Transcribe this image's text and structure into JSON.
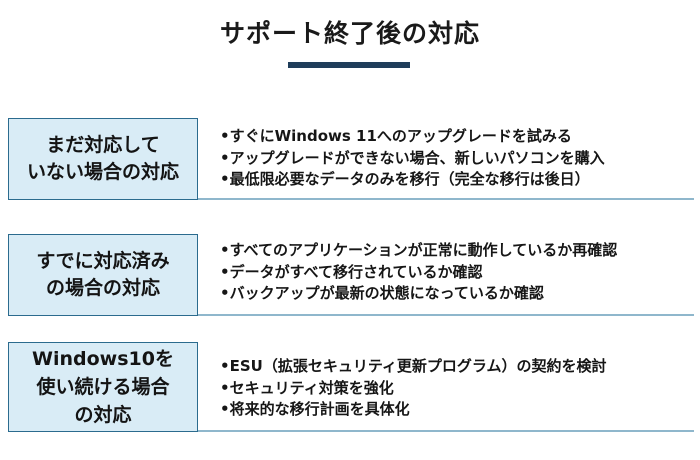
{
  "title": "サポート終了後の対応",
  "sections": [
    {
      "label_lines": [
        "まだ対応して",
        "いない場合の対応"
      ],
      "items": [
        "•すぐにWindows 11へのアップグレードを試みる",
        "•アップグレードができない場合、新しいパソコンを購入",
        "•最低限必要なデータのみを移行（完全な移行は後日）"
      ]
    },
    {
      "label_lines": [
        "すでに対応済み",
        "の場合の対応"
      ],
      "items": [
        "•すべてのアプリケーションが正常に動作しているか再確認",
        "•データがすべて移行されているか確認",
        "•バックアップが最新の状態になっているか確認"
      ]
    },
    {
      "label_lines": [
        "Windows10を",
        "使い続ける場合",
        "の対応"
      ],
      "items": [
        "•ESU（拡張セキュリティ更新プログラム）の契約を検討",
        "•セキュリティ対策を強化",
        "•将来的な移行計画を具体化"
      ]
    }
  ],
  "colors": {
    "title_bar": "#1f3d5a",
    "label_fill": "#d9ecf6",
    "label_border": "#2b6b8e",
    "divider": "#8fb7cc"
  }
}
